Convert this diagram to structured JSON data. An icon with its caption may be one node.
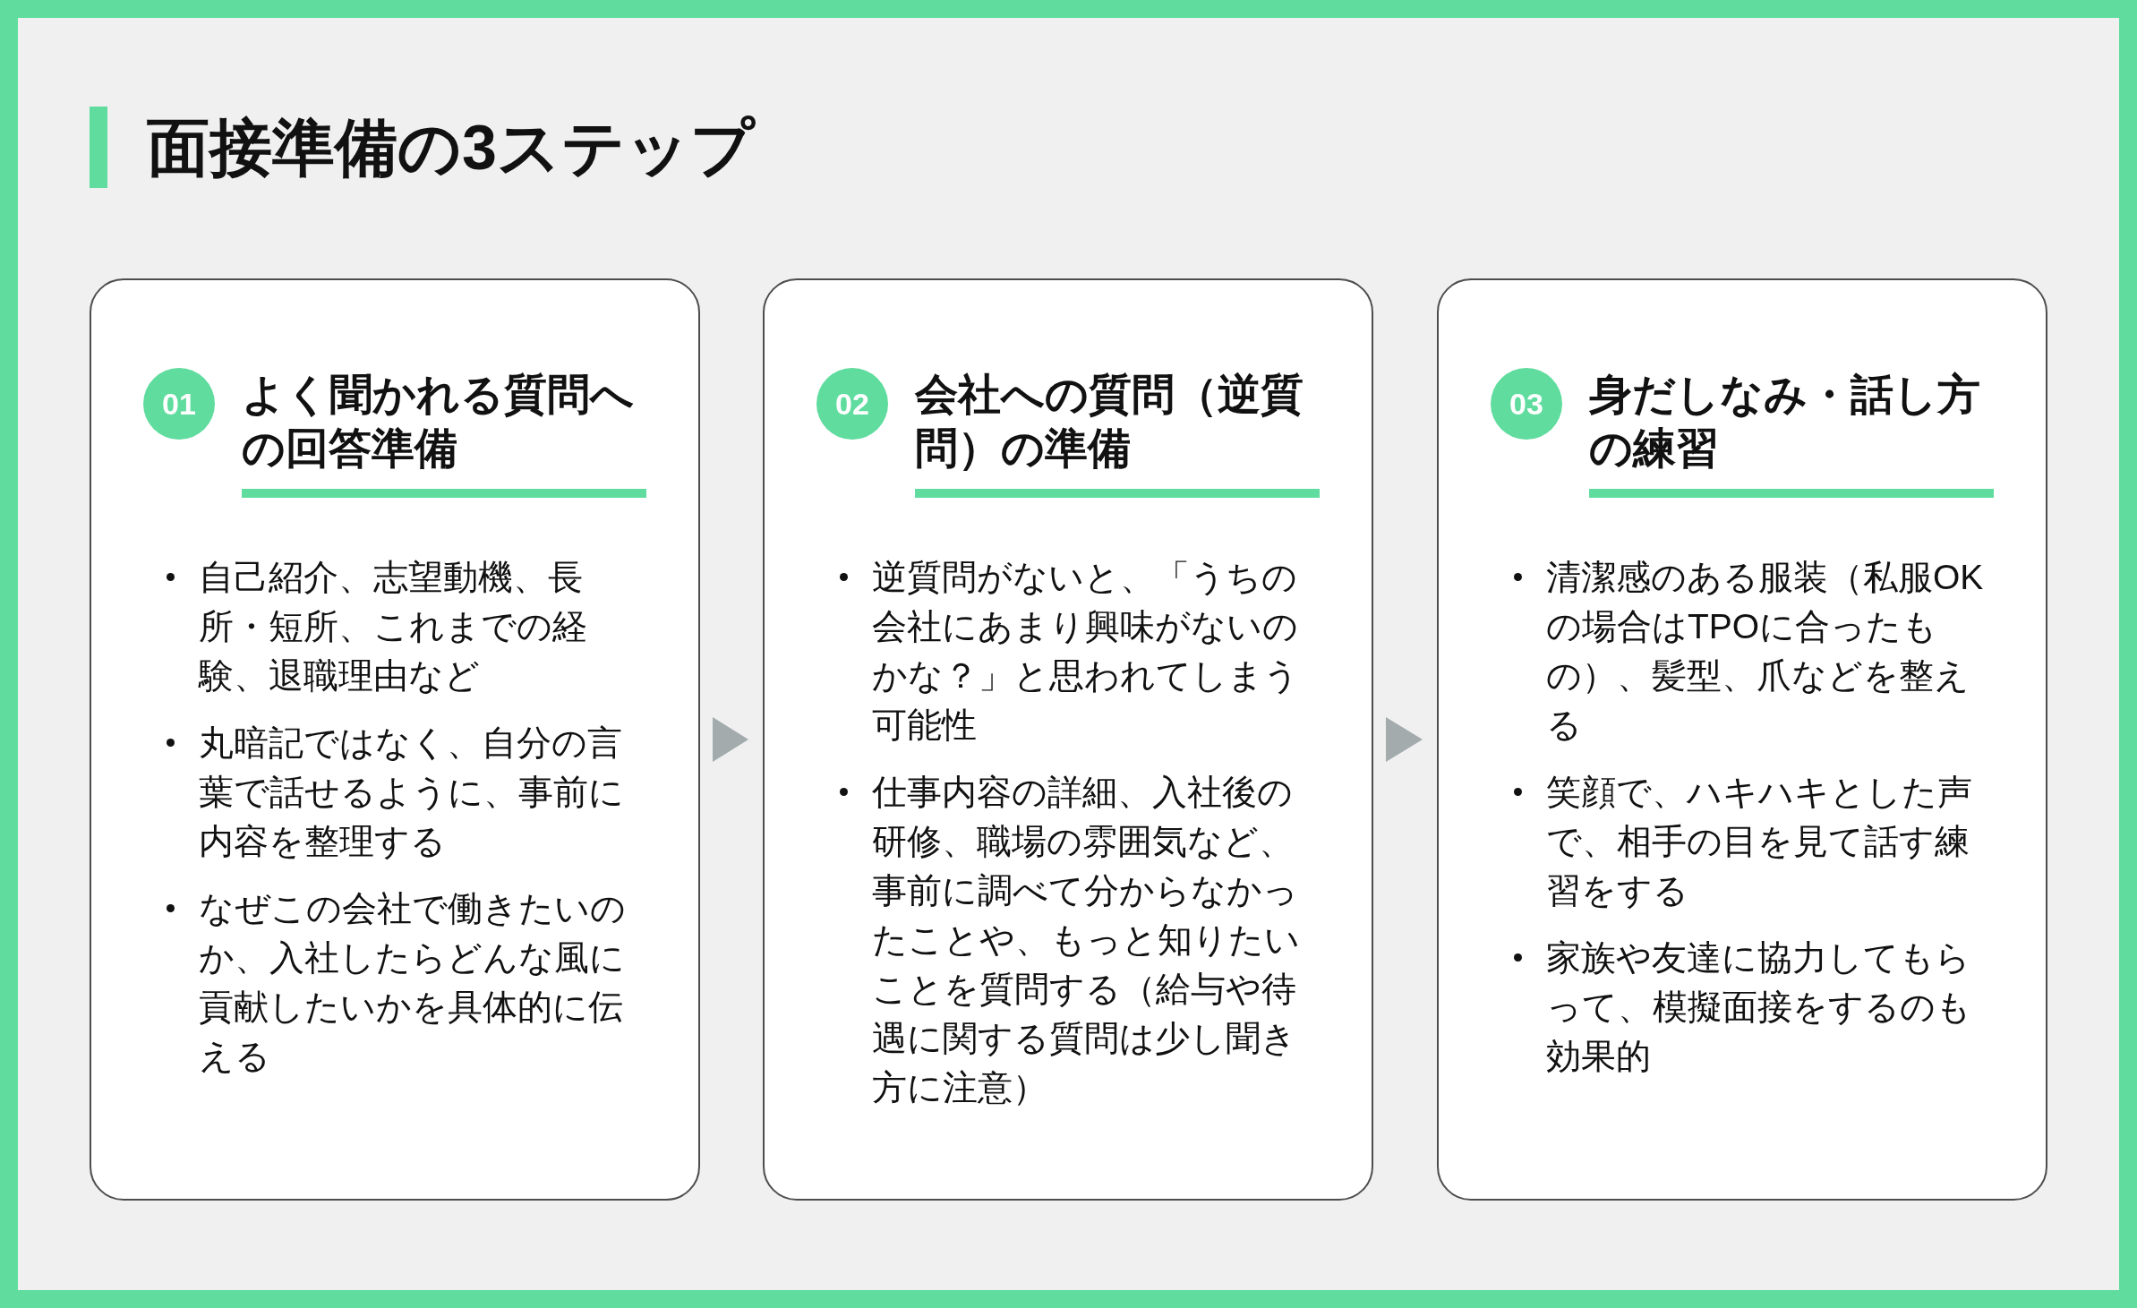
{
  "diagram": {
    "title": "面接準備の3ステップ",
    "nodes": [
      {
        "text": [
          "よく聞かれる質問への回答準備",
          "自己紹介、志望動機、長所・短所、これまでの経験、退職理由など",
          "丸暗記ではなく、自分の言葉で話せるように、事前に内容を整理する",
          "なぜこの会社で働きたいのか、入社したらどんな風に貢献したいかを具体的に伝える"
        ]
      },
      {
        "text": [
          "01"
        ],
        "in": 0
      },
      {
        "text": [
          "会社への質問（逆質問）の準備",
          "逆質問がないと、「うちの会社にあまり興味がないのかな？」と思われてしまう可能性",
          "仕事内容の詳細、入社後の研修、職場の雰囲気など、事前に調べて分からなかったことや、もっと知りたいことを質問する（給与や待遇に関する質問は少し聞き方に注意）"
        ]
      },
      {
        "text": [
          "02"
        ],
        "in": 2
      },
      {
        "text": [
          "身だしなみ・話し方の練習",
          "清潔感のある服装（私服OKの場合はTPOに合ったもの）、髪型、爪などを整える",
          "笑顔で、ハキハキとした声で、相手の目を見て話す練習をする",
          "家族や友達に協力してもらって、模擬面接をするのも効果的"
        ]
      },
      {
        "text": [
          "03"
        ],
        "in": 4
      }
    ],
    "edges": [
      {
        "from": 0,
        "to": 2,
        "arrow": "to"
      },
      {
        "from": 2,
        "to": 4,
        "arrow": "to"
      }
    ]
  }
}
